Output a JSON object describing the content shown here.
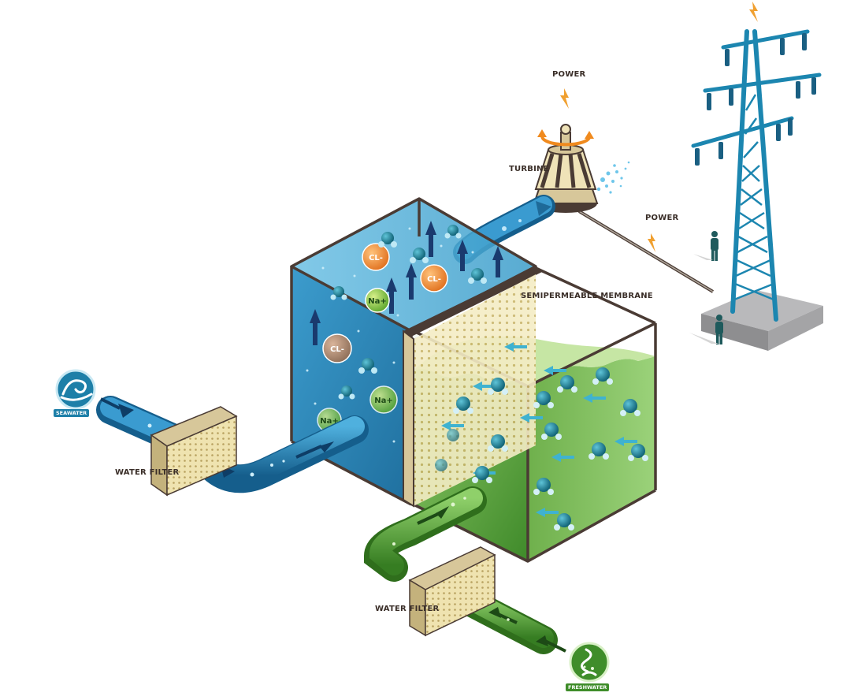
{
  "labels": {
    "power_top": "POWER",
    "turbine": "TURBINE",
    "power_line": "POWER",
    "membrane": "SEMIPERMEABLE MEMBRANE",
    "filter_sea": "WATER FILTER",
    "filter_fresh": "WATER FILTER",
    "seawater": "SEAWATER",
    "freshwater": "FRESHWATER"
  },
  "ions": {
    "chloride": "CL-",
    "sodium": "Na+"
  },
  "colors": {
    "salt_tank": "#2f8fc0",
    "fresh_tank": "#5aa83a",
    "pipe_blue": "#1f78a8",
    "pipe_green": "#4c9a2c",
    "frame": "#4a3b34",
    "filter": "#e8d9a0",
    "tower": "#1c86b0",
    "power": "#f0a030"
  }
}
